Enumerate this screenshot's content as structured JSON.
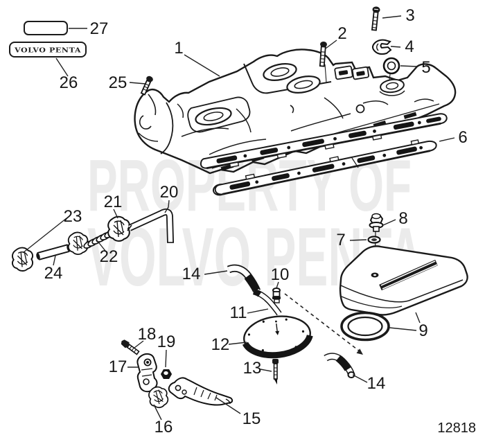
{
  "drawing_number": "12818",
  "watermark": {
    "line1": "PROPERTY OF",
    "line2": "VOLVO PENTA"
  },
  "brand_decal": {
    "text": "VOLVO PENTA"
  },
  "colors": {
    "ink": "#1a1a1a",
    "watermark": "#ebebeb",
    "background": "#ffffff"
  },
  "callouts": [
    {
      "part": "1"
    },
    {
      "part": "2"
    },
    {
      "part": "3"
    },
    {
      "part": "4"
    },
    {
      "part": "5"
    },
    {
      "part": "6"
    },
    {
      "part": "7"
    },
    {
      "part": "8"
    },
    {
      "part": "9"
    },
    {
      "part": "10"
    },
    {
      "part": "11"
    },
    {
      "part": "12"
    },
    {
      "part": "13"
    },
    {
      "part": "14"
    },
    {
      "part": "14"
    },
    {
      "part": "15"
    },
    {
      "part": "16"
    },
    {
      "part": "17"
    },
    {
      "part": "18"
    },
    {
      "part": "19"
    },
    {
      "part": "20"
    },
    {
      "part": "21"
    },
    {
      "part": "22"
    },
    {
      "part": "23"
    },
    {
      "part": "24"
    },
    {
      "part": "25"
    },
    {
      "part": "26"
    },
    {
      "part": "27"
    }
  ]
}
